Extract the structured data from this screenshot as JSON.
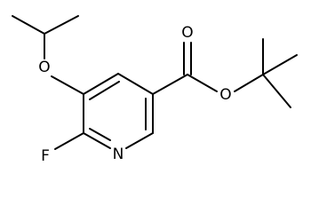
{
  "molecule": {
    "atoms": {
      "fluorine": "F",
      "ring_nitrogen": "N",
      "ether_oxygen": "O",
      "carbonyl_oxygen": "O",
      "ester_oxygen": "O"
    }
  },
  "colors": {
    "bond": "#000000",
    "label": "#000000",
    "background": "#ffffff"
  }
}
